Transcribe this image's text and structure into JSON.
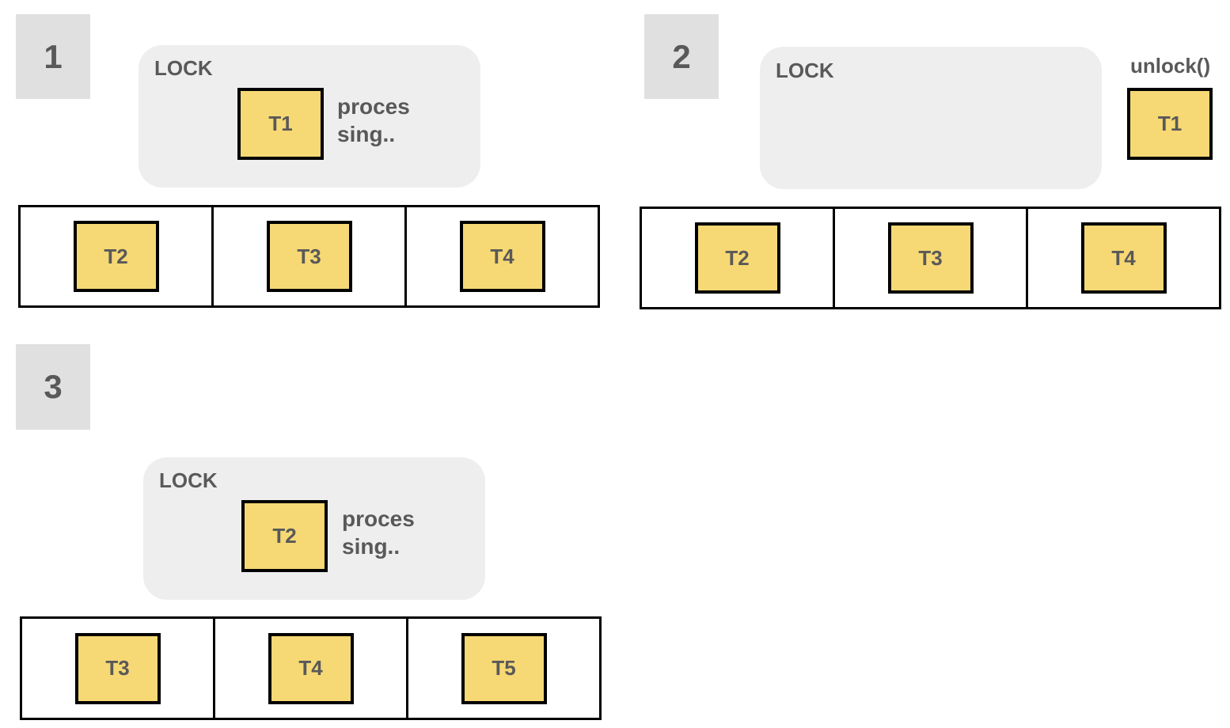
{
  "panels": [
    {
      "step": "1",
      "lock_label": "LOCK",
      "holder": "T1",
      "status_line1": "proces",
      "status_line2": "sing..",
      "queue": [
        "T2",
        "T3",
        "T4"
      ]
    },
    {
      "step": "2",
      "lock_label": "LOCK",
      "released_thread": "T1",
      "unlock_call": "unlock()",
      "queue": [
        "T2",
        "T3",
        "T4"
      ]
    },
    {
      "step": "3",
      "lock_label": "LOCK",
      "holder": "T2",
      "status_line1": "proces",
      "status_line2": "sing..",
      "queue": [
        "T3",
        "T4",
        "T5"
      ]
    }
  ],
  "colors": {
    "thread_fill": "#f6d874",
    "lock_region": "#eeeeee",
    "badge": "#e0e0e0",
    "text": "#595959"
  }
}
